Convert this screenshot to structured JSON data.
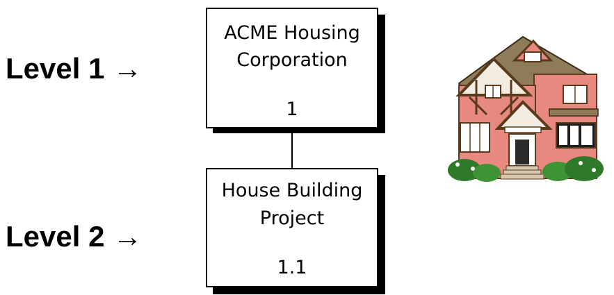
{
  "levels": [
    {
      "label": "Level 1",
      "arrow": "→"
    },
    {
      "label": "Level 2",
      "arrow": "→"
    }
  ],
  "nodes": [
    {
      "title_line1": "ACME Housing",
      "title_line2": "Corporation",
      "code": "1"
    },
    {
      "title_line1": "House Building",
      "title_line2": "Project",
      "code": "1.1"
    }
  ],
  "illustration": {
    "icon": "house-icon"
  },
  "colors": {
    "box_border": "#000000",
    "shadow": "#000000",
    "house_wall": "#e8897f",
    "house_roof": "#8d7b5a",
    "house_trim": "#5a3a1c",
    "shrub": "#2f7a2a"
  }
}
